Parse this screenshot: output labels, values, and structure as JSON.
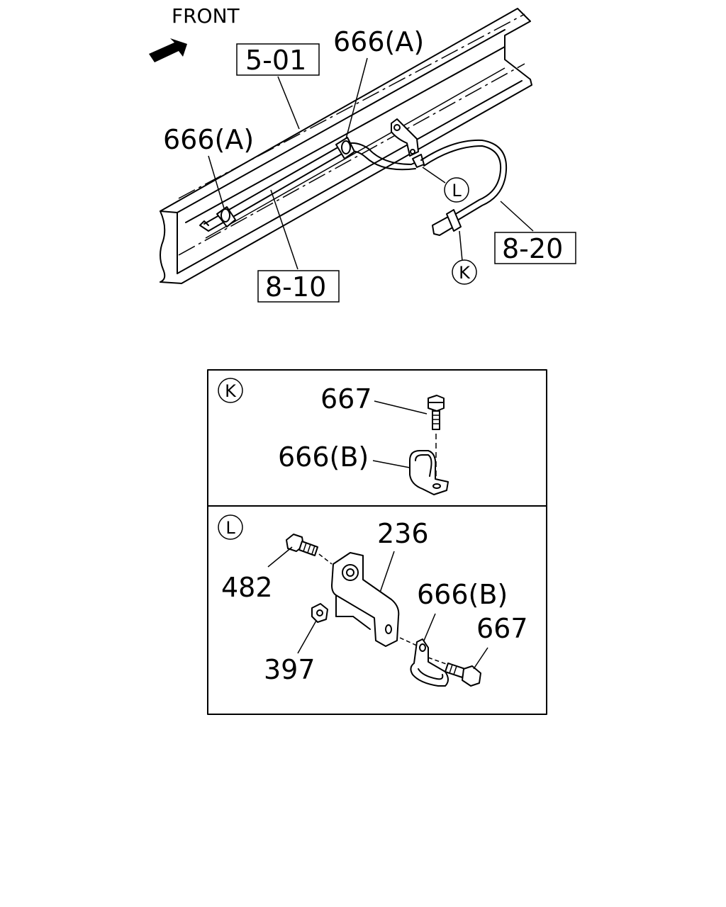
{
  "front_label": "FRONT",
  "main_view": {
    "ref_frame": "5-01",
    "ref_pipe_front": "8-10",
    "ref_pipe_rear": "8-20",
    "clip_a_left": "666(A)",
    "clip_a_right": "666(A)",
    "detail_k_marker": "K",
    "detail_l_marker": "L"
  },
  "detail_k": {
    "marker": "K",
    "bolt": "667",
    "clip": "666(B)"
  },
  "detail_l": {
    "marker": "L",
    "bracket": "236",
    "bolt_bracket": "482",
    "nut": "397",
    "clip": "666(B)",
    "bolt_clip": "667"
  }
}
